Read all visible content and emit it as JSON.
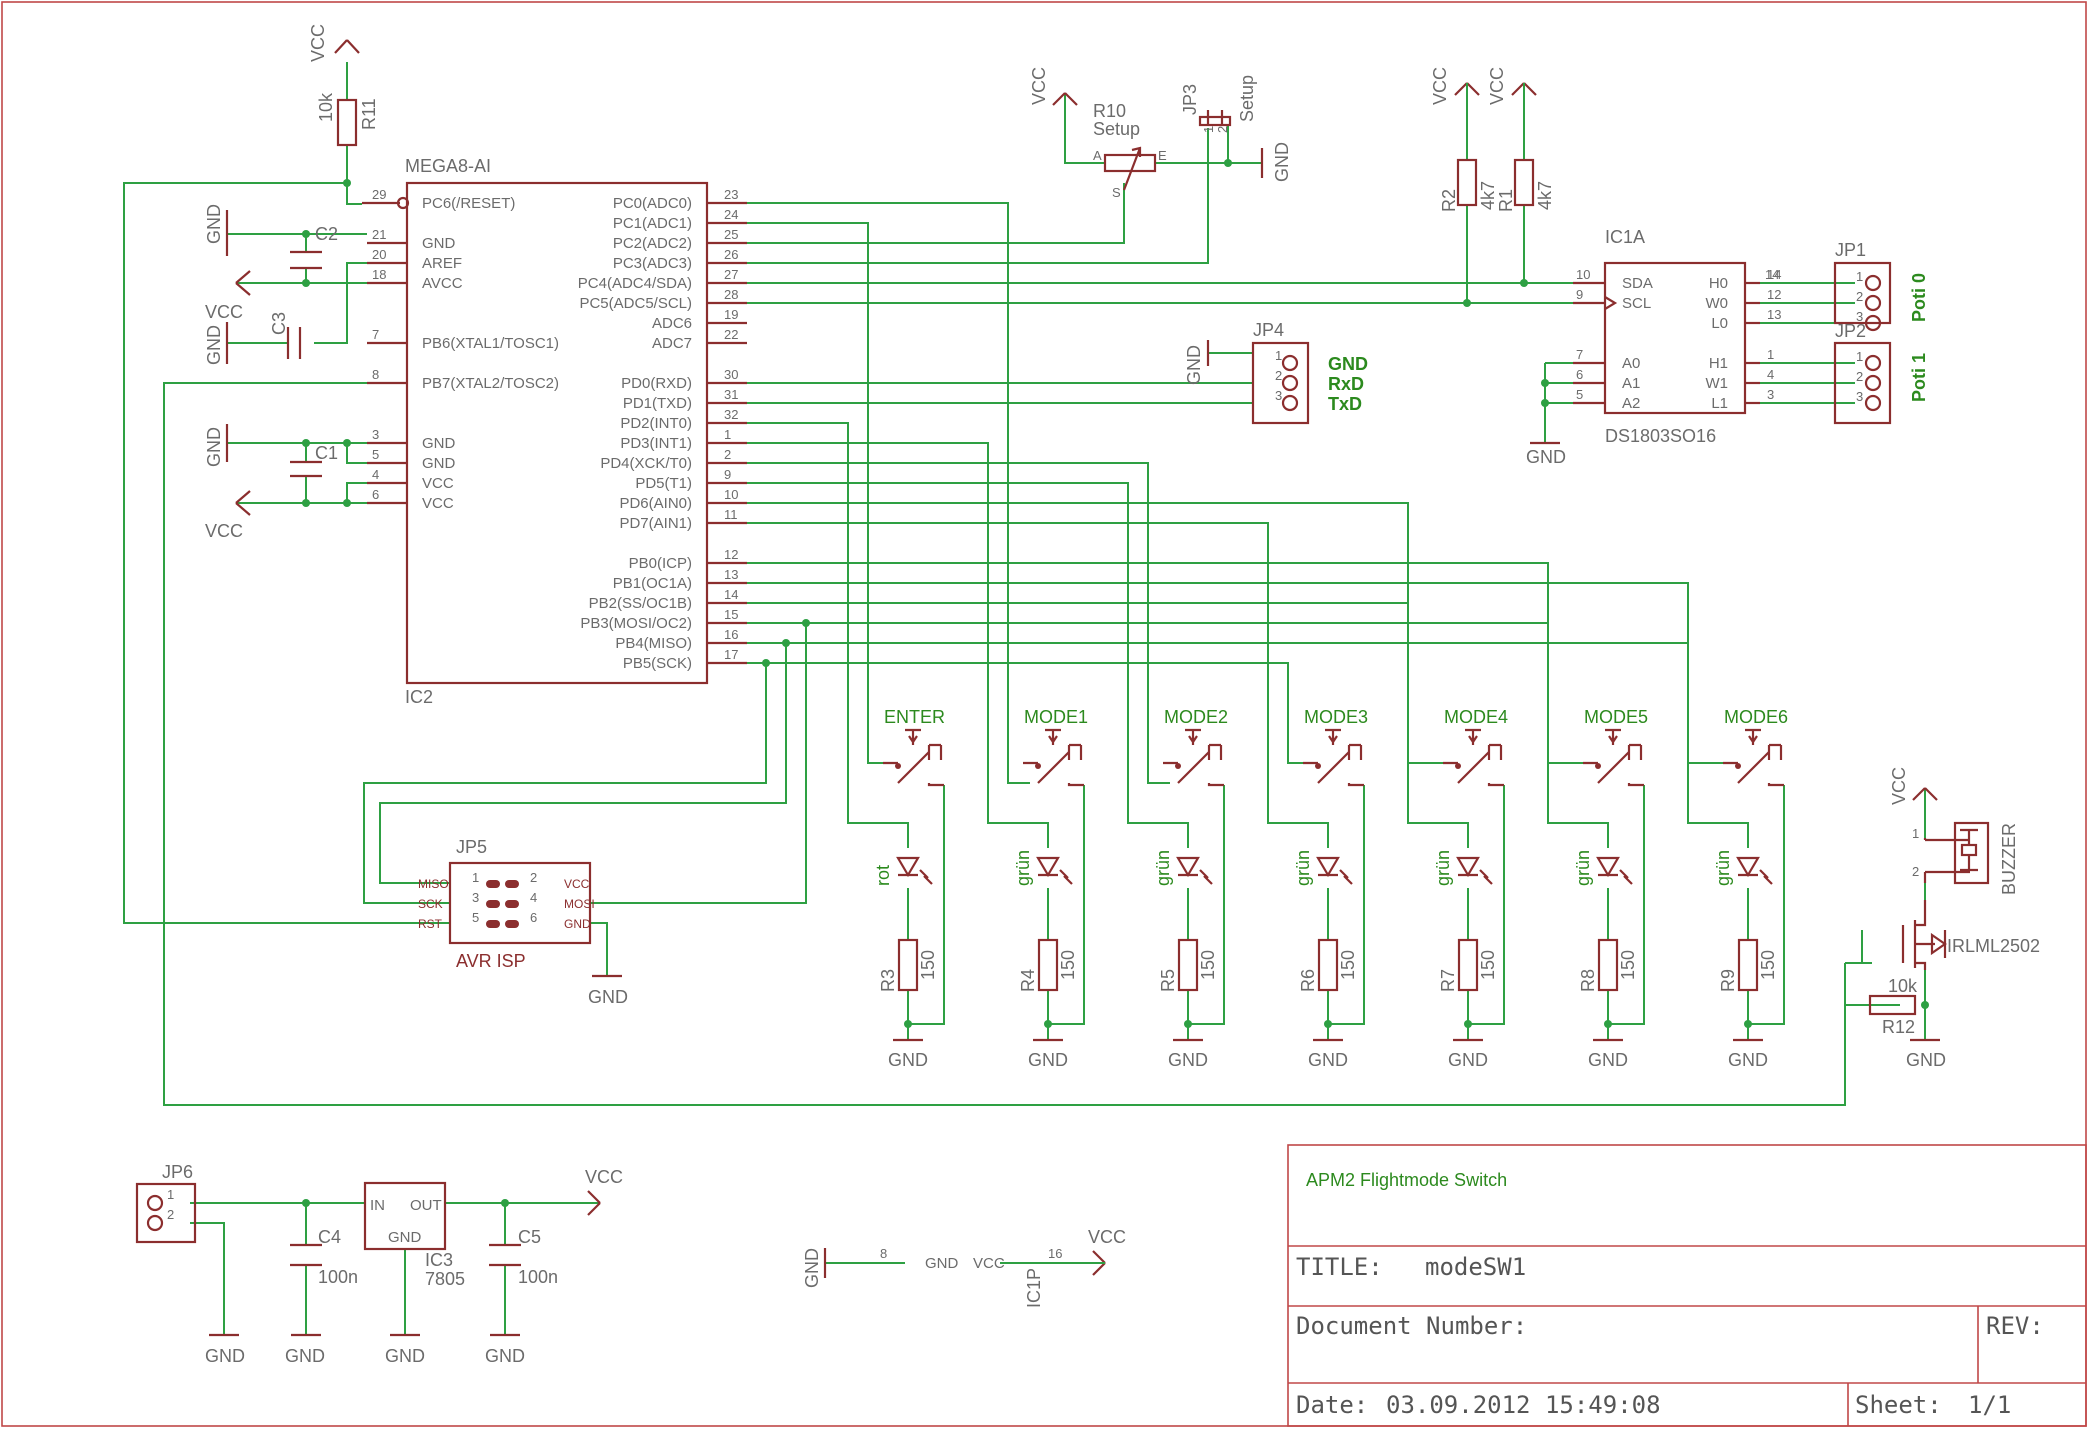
{
  "mcu": {
    "name": "MEGA8-AI",
    "ref": "IC2",
    "left_pins": [
      {
        "no": "29",
        "label": "PC6(/RESET)"
      },
      {
        "no": "21",
        "label": "GND"
      },
      {
        "no": "20",
        "label": "AREF"
      },
      {
        "no": "18",
        "label": "AVCC"
      },
      {
        "no": "7",
        "label": "PB6(XTAL1/TOSC1)"
      },
      {
        "no": "8",
        "label": "PB7(XTAL2/TOSC2)"
      },
      {
        "no": "3",
        "label": "GND"
      },
      {
        "no": "5",
        "label": "GND"
      },
      {
        "no": "4",
        "label": "VCC"
      },
      {
        "no": "6",
        "label": "VCC"
      }
    ],
    "right_pins": [
      {
        "no": "23",
        "label": "PC0(ADC0)"
      },
      {
        "no": "24",
        "label": "PC1(ADC1)"
      },
      {
        "no": "25",
        "label": "PC2(ADC2)"
      },
      {
        "no": "26",
        "label": "PC3(ADC3)"
      },
      {
        "no": "27",
        "label": "PC4(ADC4/SDA)"
      },
      {
        "no": "28",
        "label": "PC5(ADC5/SCL)"
      },
      {
        "no": "19",
        "label": "ADC6"
      },
      {
        "no": "22",
        "label": "ADC7"
      },
      {
        "no": "30",
        "label": "PD0(RXD)"
      },
      {
        "no": "31",
        "label": "PD1(TXD)"
      },
      {
        "no": "32",
        "label": "PD2(INT0)"
      },
      {
        "no": "1",
        "label": "PD3(INT1)"
      },
      {
        "no": "2",
        "label": "PD4(XCK/T0)"
      },
      {
        "no": "9",
        "label": "PD5(T1)"
      },
      {
        "no": "10",
        "label": "PD6(AIN0)"
      },
      {
        "no": "11",
        "label": "PD7(AIN1)"
      },
      {
        "no": "12",
        "label": "PB0(ICP)"
      },
      {
        "no": "13",
        "label": "PB1(OC1A)"
      },
      {
        "no": "14",
        "label": "PB2(SS/OC1B)"
      },
      {
        "no": "15",
        "label": "PB3(MOSI/OC2)"
      },
      {
        "no": "16",
        "label": "PB4(MISO)"
      },
      {
        "no": "17",
        "label": "PB5(SCK)"
      }
    ]
  },
  "supplies": {
    "vcc": "VCC",
    "gnd": "GND"
  },
  "r11": {
    "ref": "R11",
    "value": "10k"
  },
  "caps": {
    "c1": "C1",
    "c2": "C2",
    "c3": "C3",
    "c4": "C4",
    "c5": "C5",
    "c4_val": "100n",
    "c5_val": "100n"
  },
  "r10": {
    "ref": "R10",
    "value": "Setup",
    "pin_a": "A",
    "pin_e": "E",
    "pin_s": "S"
  },
  "jp3": {
    "ref": "JP3",
    "value": "Setup",
    "p1": "1",
    "p2": "2"
  },
  "r1": {
    "ref": "R1",
    "value": "4k7"
  },
  "r2": {
    "ref": "R2",
    "value": "4k7"
  },
  "ic1": {
    "ref": "IC1A",
    "value": "DS1803SO16",
    "left_pins": [
      {
        "no": "10",
        "label": "SDA"
      },
      {
        "no": "9",
        "label": "SCL"
      },
      {
        "no": "7",
        "label": "A0"
      },
      {
        "no": "6",
        "label": "A1"
      },
      {
        "no": "5",
        "label": "A2"
      }
    ],
    "right_pins": [
      {
        "no": "14",
        "label": "H0"
      },
      {
        "no": "12",
        "label": "W0"
      },
      {
        "no": "13",
        "label": "L0"
      },
      {
        "no": "1",
        "label": "H1"
      },
      {
        "no": "4",
        "label": "W1"
      },
      {
        "no": "3",
        "label": "L1"
      }
    ]
  },
  "jp1": {
    "ref": "JP1",
    "net": "Poti 0",
    "pins": [
      "1",
      "2",
      "3"
    ]
  },
  "jp2": {
    "ref": "JP2",
    "net": "Poti 1",
    "pins": [
      "1",
      "2",
      "3"
    ]
  },
  "jp4": {
    "ref": "JP4",
    "pins": [
      "1",
      "2",
      "3"
    ],
    "nets": [
      "GND",
      "RxD",
      "TxD"
    ]
  },
  "jp5": {
    "ref": "JP5",
    "value": "AVR ISP",
    "left_nets": [
      "MISO",
      "SCK",
      "RST"
    ],
    "right_nets": [
      "VCC",
      "MOSI",
      "GND"
    ],
    "left_pins": [
      "1",
      "3",
      "5"
    ],
    "right_pins": [
      "2",
      "4",
      "6"
    ]
  },
  "switches": [
    {
      "name": "ENTER",
      "led_color": "rot",
      "res_ref": "R3",
      "res_val": "150"
    },
    {
      "name": "MODE1",
      "led_color": "grün",
      "res_ref": "R4",
      "res_val": "150"
    },
    {
      "name": "MODE2",
      "led_color": "grün",
      "res_ref": "R5",
      "res_val": "150"
    },
    {
      "name": "MODE3",
      "led_color": "grün",
      "res_ref": "R6",
      "res_val": "150"
    },
    {
      "name": "MODE4",
      "led_color": "grün",
      "res_ref": "R7",
      "res_val": "150"
    },
    {
      "name": "MODE5",
      "led_color": "grün",
      "res_ref": "R8",
      "res_val": "150"
    },
    {
      "name": "MODE6",
      "led_color": "grün",
      "res_ref": "R9",
      "res_val": "150"
    }
  ],
  "buzzer": {
    "ref": "BUZZER",
    "p1": "1",
    "p2": "2"
  },
  "mosfet": {
    "ref": "IRLML2502"
  },
  "r12": {
    "ref": "R12",
    "value": "10k"
  },
  "jp6": {
    "ref": "JP6",
    "pins": [
      "1",
      "2"
    ]
  },
  "ic3": {
    "ref": "IC3",
    "value": "7805",
    "in": "IN",
    "out": "OUT",
    "gnd": "GND"
  },
  "ic1p": {
    "ref": "IC1P",
    "gnd_label": "GND",
    "vcc_label": "VCC",
    "gnd_pin": "8",
    "vcc_pin": "16"
  },
  "titleblock": {
    "project": "APM2 Flightmode Switch",
    "title_label": "TITLE:",
    "title": "modeSW1",
    "docnum_label": "Document Number:",
    "rev_label": "REV:",
    "date_label": "Date:",
    "date": "03.09.2012 15:49:08",
    "sheet_label": "Sheet:",
    "sheet": "1/1"
  }
}
